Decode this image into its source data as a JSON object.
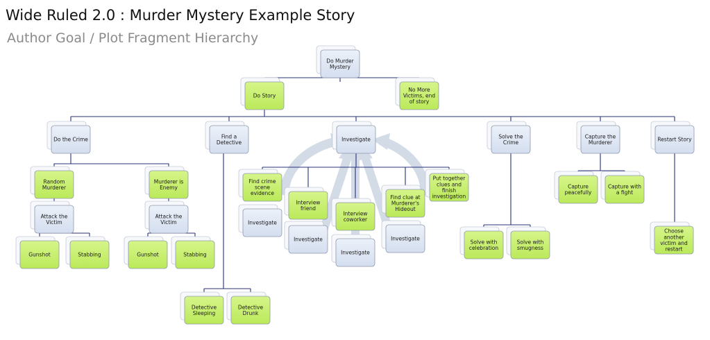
{
  "header": {
    "title": "Wide Ruled 2.0 : Murder Mystery Example Story",
    "subtitle": "Author Goal / Plot Fragment Hierarchy"
  },
  "colors": {
    "goal": "#dde6f4",
    "fragment": "#c6ef6b",
    "connector": "#27307a",
    "cycle_arrow": "#d2dbe6"
  },
  "nodes": [
    {
      "id": "do_murder",
      "type": "goal",
      "label": "Do Murder\nMystery"
    },
    {
      "id": "do_story",
      "type": "fragment",
      "label": "Do Story"
    },
    {
      "id": "no_more",
      "type": "fragment",
      "label": "No More\nVictims, end\nof story"
    },
    {
      "id": "do_crime",
      "type": "goal",
      "label": "Do the Crime"
    },
    {
      "id": "find_detective",
      "type": "goal",
      "label": "Find a\nDetective"
    },
    {
      "id": "investigate_top",
      "type": "goal",
      "label": "Investigate"
    },
    {
      "id": "solve_crime",
      "type": "goal",
      "label": "Solve the\nCrime"
    },
    {
      "id": "capture_murderer",
      "type": "goal",
      "label": "Capture the\nMurderer"
    },
    {
      "id": "restart_story",
      "type": "goal",
      "label": "Restart Story"
    },
    {
      "id": "random_murderer",
      "type": "fragment",
      "label": "Random\nMurderer"
    },
    {
      "id": "murderer_enemy",
      "type": "fragment",
      "label": "Murderer is\nEnemy"
    },
    {
      "id": "attack1",
      "type": "goal",
      "label": "Attack the\nVictim"
    },
    {
      "id": "attack2",
      "type": "goal",
      "label": "Attack the\nVictim"
    },
    {
      "id": "gunshot1",
      "type": "fragment",
      "label": "Gunshot"
    },
    {
      "id": "stabbing1",
      "type": "fragment",
      "label": "Stabbing"
    },
    {
      "id": "gunshot2",
      "type": "fragment",
      "label": "Gunshot"
    },
    {
      "id": "stabbing2",
      "type": "fragment",
      "label": "Stabbing"
    },
    {
      "id": "detective_sleeping",
      "type": "fragment",
      "label": "Detective\nSleeping"
    },
    {
      "id": "detective_drunk",
      "type": "fragment",
      "label": "Detective\nDrunk"
    },
    {
      "id": "find_crime_scene",
      "type": "fragment",
      "label": "Find crime\nscene\nevidence"
    },
    {
      "id": "inv_a",
      "type": "goal",
      "label": "Investigate"
    },
    {
      "id": "interview_friend",
      "type": "fragment",
      "label": "Interview\nfriend"
    },
    {
      "id": "inv_b",
      "type": "goal",
      "label": "Investigate"
    },
    {
      "id": "interview_coworker",
      "type": "fragment",
      "label": "Interview\ncoworker"
    },
    {
      "id": "inv_c",
      "type": "goal",
      "label": "Investigate"
    },
    {
      "id": "find_clue",
      "type": "fragment",
      "label": "Find clue at\nMurderer's\nHideout"
    },
    {
      "id": "inv_d",
      "type": "goal",
      "label": "Investigate"
    },
    {
      "id": "put_together",
      "type": "fragment",
      "label": "Put together\nclues and\nfinish\ninvestigation"
    },
    {
      "id": "solve_celebration",
      "type": "fragment",
      "label": "Solve with\ncelebration"
    },
    {
      "id": "solve_smugness",
      "type": "fragment",
      "label": "Solve with\nsmugness"
    },
    {
      "id": "capture_peacefully",
      "type": "fragment",
      "label": "Capture\npeacefully"
    },
    {
      "id": "capture_fight",
      "type": "fragment",
      "label": "Capture with\na fight"
    },
    {
      "id": "choose_victim",
      "type": "fragment",
      "label": "Choose\nanother\nvictim and\nrestart"
    }
  ]
}
